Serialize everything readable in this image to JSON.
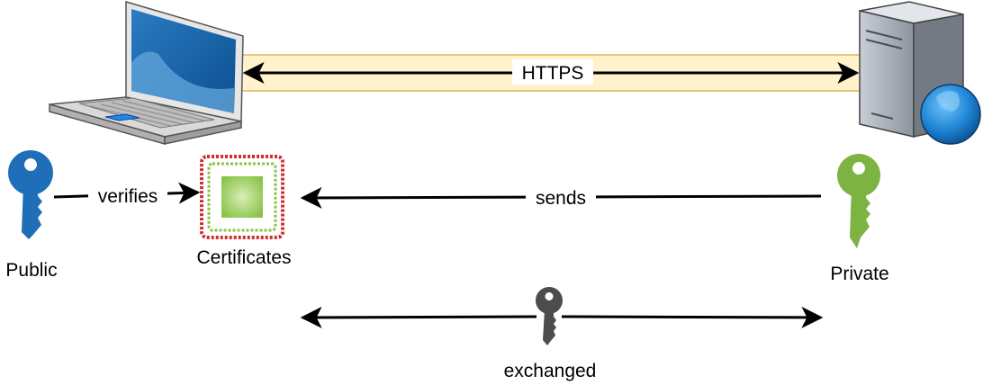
{
  "diagram": {
    "channel": {
      "label": "HTTPS",
      "band_fill": "#fff2cc",
      "band_stroke": "#d6b656"
    },
    "nodes": {
      "laptop": {
        "icon": "laptop-icon"
      },
      "server": {
        "icon": "server-globe-icon"
      },
      "public_key": {
        "label": "Public",
        "icon": "key-icon",
        "color": "#1f6fb8"
      },
      "certificate": {
        "label": "Certificates",
        "icon": "certificate-icon",
        "border_color": "#d32f2f",
        "fill_color": "#8bc34a"
      },
      "private_key": {
        "label": "Private",
        "icon": "key-icon",
        "color": "#7cb342"
      },
      "session_key": {
        "icon": "key-icon",
        "color": "#4d4d4d"
      }
    },
    "edges": {
      "verifies": {
        "label": "verifies"
      },
      "sends": {
        "label": "sends"
      },
      "exchanged": {
        "label": "exchanged"
      }
    }
  }
}
